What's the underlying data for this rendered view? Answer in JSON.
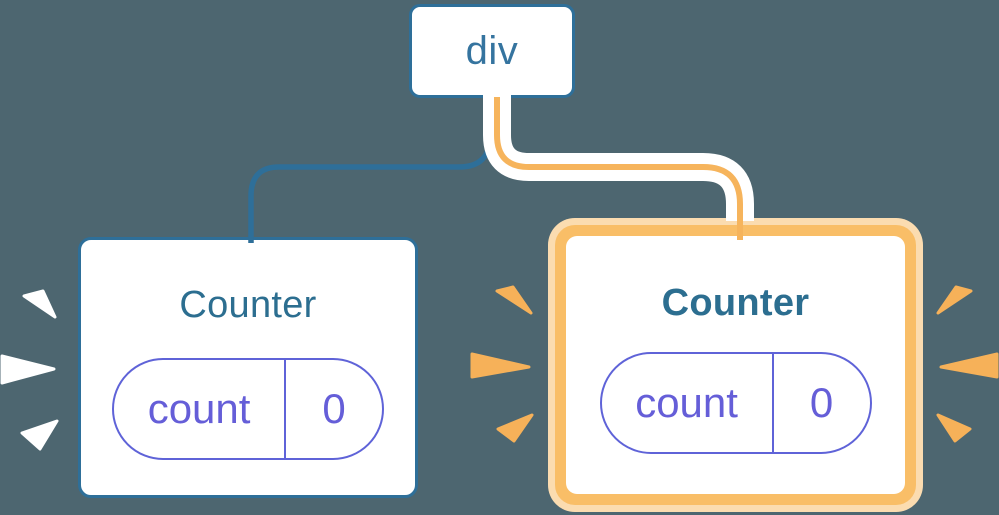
{
  "root_node": {
    "label": "div"
  },
  "left_counter": {
    "title": "Counter",
    "state_key": "count",
    "state_value": "0"
  },
  "right_counter": {
    "title": "Counter",
    "state_key": "count",
    "state_value": "0"
  },
  "colors": {
    "background": "#4D6670",
    "node_blue": "#2E6F99",
    "title_blue": "#2C6E90",
    "pill_purple": "#5F63D8",
    "pill_text_purple": "#655ED8",
    "highlight_orange": "#F9BE67",
    "highlight_orange_pale": "#FBDCB0",
    "connector_orange": "#F6B45C",
    "connector_casing": "#FFFFFF",
    "sparkle_white": "#FFFFFF",
    "sparkle_orange": "#F6B159"
  }
}
